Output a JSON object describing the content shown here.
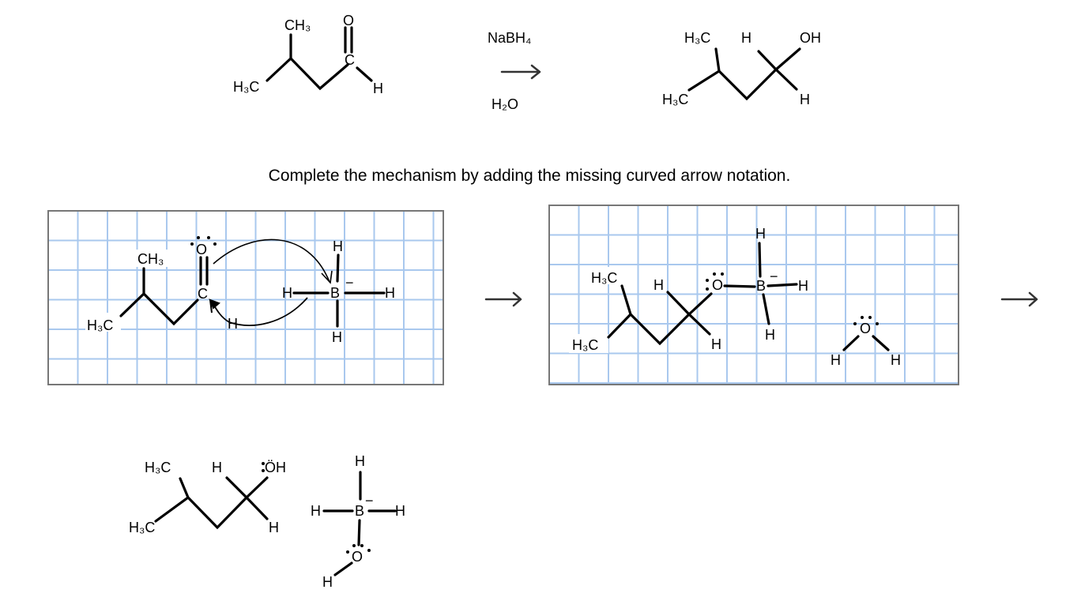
{
  "reaction": {
    "reactant": {
      "labels": {
        "ch3": "CH₃",
        "o": "O",
        "c": "C",
        "h3c": "H₃C",
        "h": "H"
      }
    },
    "reagents": {
      "top": "NaBH₄",
      "bottom": "H₂O"
    },
    "product": {
      "labels": {
        "h3c_top": "H₃C",
        "h": "H",
        "oh": "OH",
        "h3c_bottom": "H₃C",
        "h_bottom": "H"
      }
    }
  },
  "instruction": "Complete the mechanism by adding the missing curved arrow notation.",
  "panel1": {
    "labels": {
      "o": "O",
      "ch3": "CH₃",
      "c": "C",
      "h3c": "H₃C",
      "h_ald": "H",
      "b": "B",
      "minus": "−",
      "h_left": "H",
      "h_right": "H",
      "h_top": "H",
      "h_bottom": "H"
    }
  },
  "panel2": {
    "labels": {
      "h3c_top": "H₃C",
      "h3c_bottom": "H₃C",
      "h_c": "H",
      "o": "O",
      "b": "B",
      "minus": "−",
      "h_right": "H",
      "h_top": "H",
      "h_bottom": "H",
      "h_c2": "H",
      "water_o": "O",
      "water_h1": "H",
      "water_h2": "H"
    }
  },
  "final": {
    "labels": {
      "h3c_top": "H₃C",
      "h": "H",
      "oh": "ÖH",
      "h3c_bottom": "H₃C",
      "h_bottom": "H",
      "h_top": "H",
      "h_left": "H",
      "b": "B",
      "minus": "−",
      "h_right": "H",
      "o": "O",
      "h_o": "H"
    }
  },
  "colors": {
    "grid": "#a9c8ee",
    "frame": "#777777",
    "ink": "#000000"
  }
}
